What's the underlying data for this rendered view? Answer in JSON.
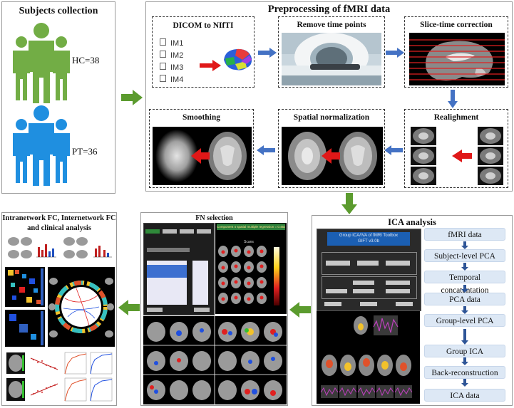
{
  "subjects": {
    "title": "Subjects collection",
    "hc_label": "HC=38",
    "pt_label": "PT=36",
    "hc_color": "#72ad45",
    "pt_color": "#1f8fe0"
  },
  "preprocessing": {
    "title": "Preprocessing of fMRI data",
    "steps": {
      "dicom": "DICOM to NIfTI",
      "remove": "Remove time points",
      "slice": "Slice-time correction",
      "realign": "Realighment",
      "smooth": "Smoothing",
      "normalize": "Spatial normalization"
    },
    "files": [
      "IM1",
      "IM2",
      "IM3",
      "IM4"
    ]
  },
  "results": {
    "title_line1": "Intranetwork FC, Internetwork FC",
    "title_line2": "and clinical analysis"
  },
  "fn_selection": {
    "title": "FN selection",
    "header_text": "Component 4 spatial multiple regression = 0.4533",
    "scans_label": "Scans"
  },
  "ica": {
    "title": "ICA analysis",
    "gui_title_line1": "Group ICA/IVA of fMRI Toolbox",
    "gui_title_line2": "GIFT v3.0b",
    "flow": [
      "fMRI data",
      "Subject-level PCA",
      "Temporal concatentation",
      "PCA data",
      "Group-level PCA",
      "Group ICA",
      "Back-reconstruction",
      "ICA data"
    ]
  },
  "colors": {
    "green_arrow": "#5b9b2e",
    "blue_arrow": "#4472c4",
    "red_arrow": "#e01818",
    "flow_box": "#dde8f5"
  }
}
